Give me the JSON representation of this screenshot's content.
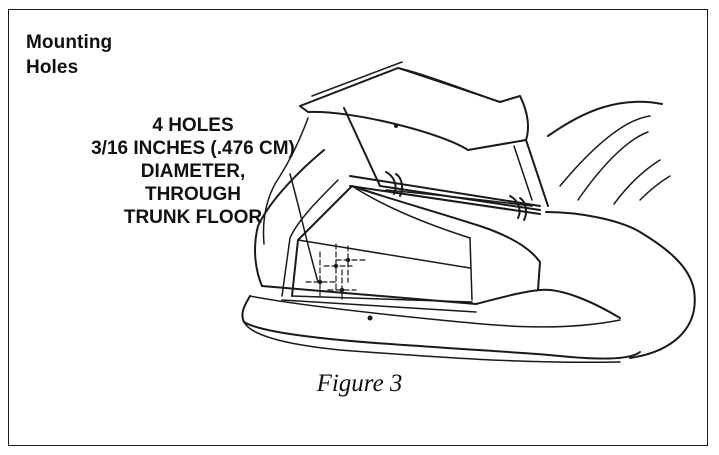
{
  "title": {
    "line1": "Mounting",
    "line2": "Holes"
  },
  "callout": {
    "line1": "4 HOLES",
    "line2": "3/16 INCHES (.476 CM)",
    "line3": "DIAMETER,",
    "line4": "THROUGH",
    "line5": "TRUNK FLOOR"
  },
  "caption": "Figure 3"
}
